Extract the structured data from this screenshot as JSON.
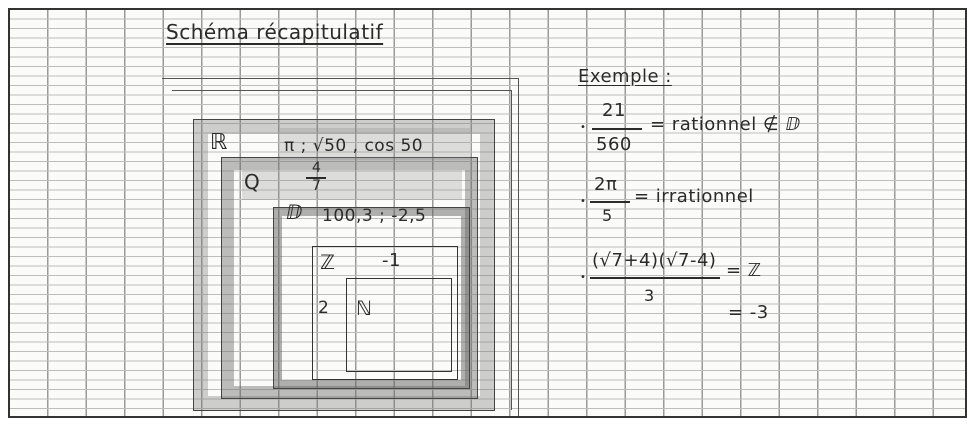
{
  "title": "Schéma récapitulatif",
  "diagram": {
    "sets": {
      "R": "ℝ",
      "Q": "Q",
      "D": "ⅅ",
      "Z": "ℤ",
      "N": "ℕ"
    },
    "examples_R": "π ; √50 , cos 50",
    "fraction_num": "4",
    "fraction_den": "7",
    "examples_D": "100,3 ; -2,5",
    "example_Z": "-1",
    "example_N": "2"
  },
  "exemple": {
    "heading": "Exemple :",
    "item1": {
      "num": "21",
      "den": "560",
      "result": "= rationnel ∉ ⅅ"
    },
    "item2": {
      "num": "2π",
      "den": "5",
      "result": "= irrationnel"
    },
    "item3": {
      "num": "(√7+4)(√7-4)",
      "den": "3",
      "result": "= ℤ",
      "below": "= -3"
    }
  }
}
